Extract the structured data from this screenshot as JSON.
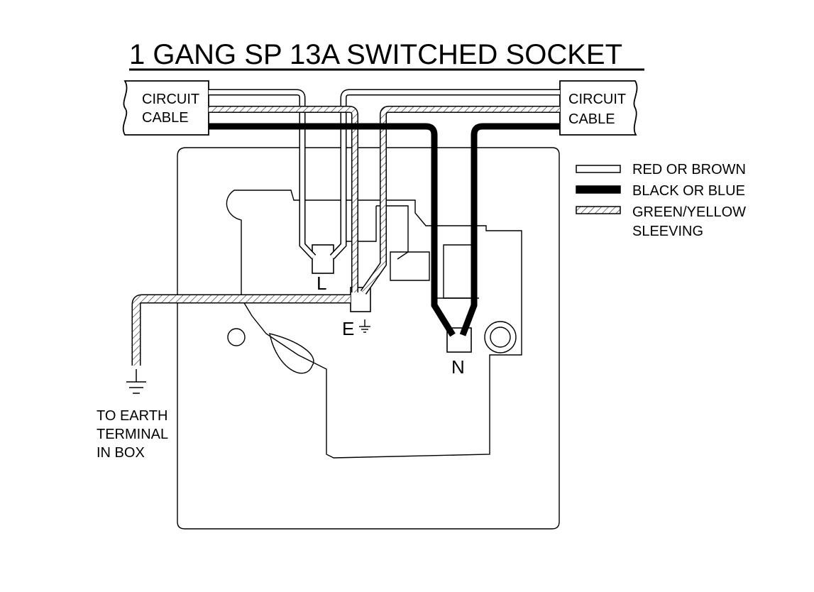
{
  "title": "1 GANG SP 13A SWITCHED SOCKET",
  "cable_left": {
    "line1": "CIRCUIT",
    "line2": "CABLE"
  },
  "cable_right": {
    "line1": "CIRCUIT",
    "line2": "CABLE"
  },
  "legend": {
    "red": "RED OR BROWN",
    "black": "BLACK OR BLUE",
    "green_line1": "GREEN/YELLOW",
    "green_line2": "SLEEVING"
  },
  "terminals": {
    "live": "L",
    "earth": "E",
    "neutral": "N"
  },
  "earth_note": {
    "line1": "TO EARTH",
    "line2": "TERMINAL",
    "line3": "IN BOX"
  },
  "colors": {
    "ink": "#000000",
    "paper": "#ffffff",
    "hatch": "#555555"
  }
}
